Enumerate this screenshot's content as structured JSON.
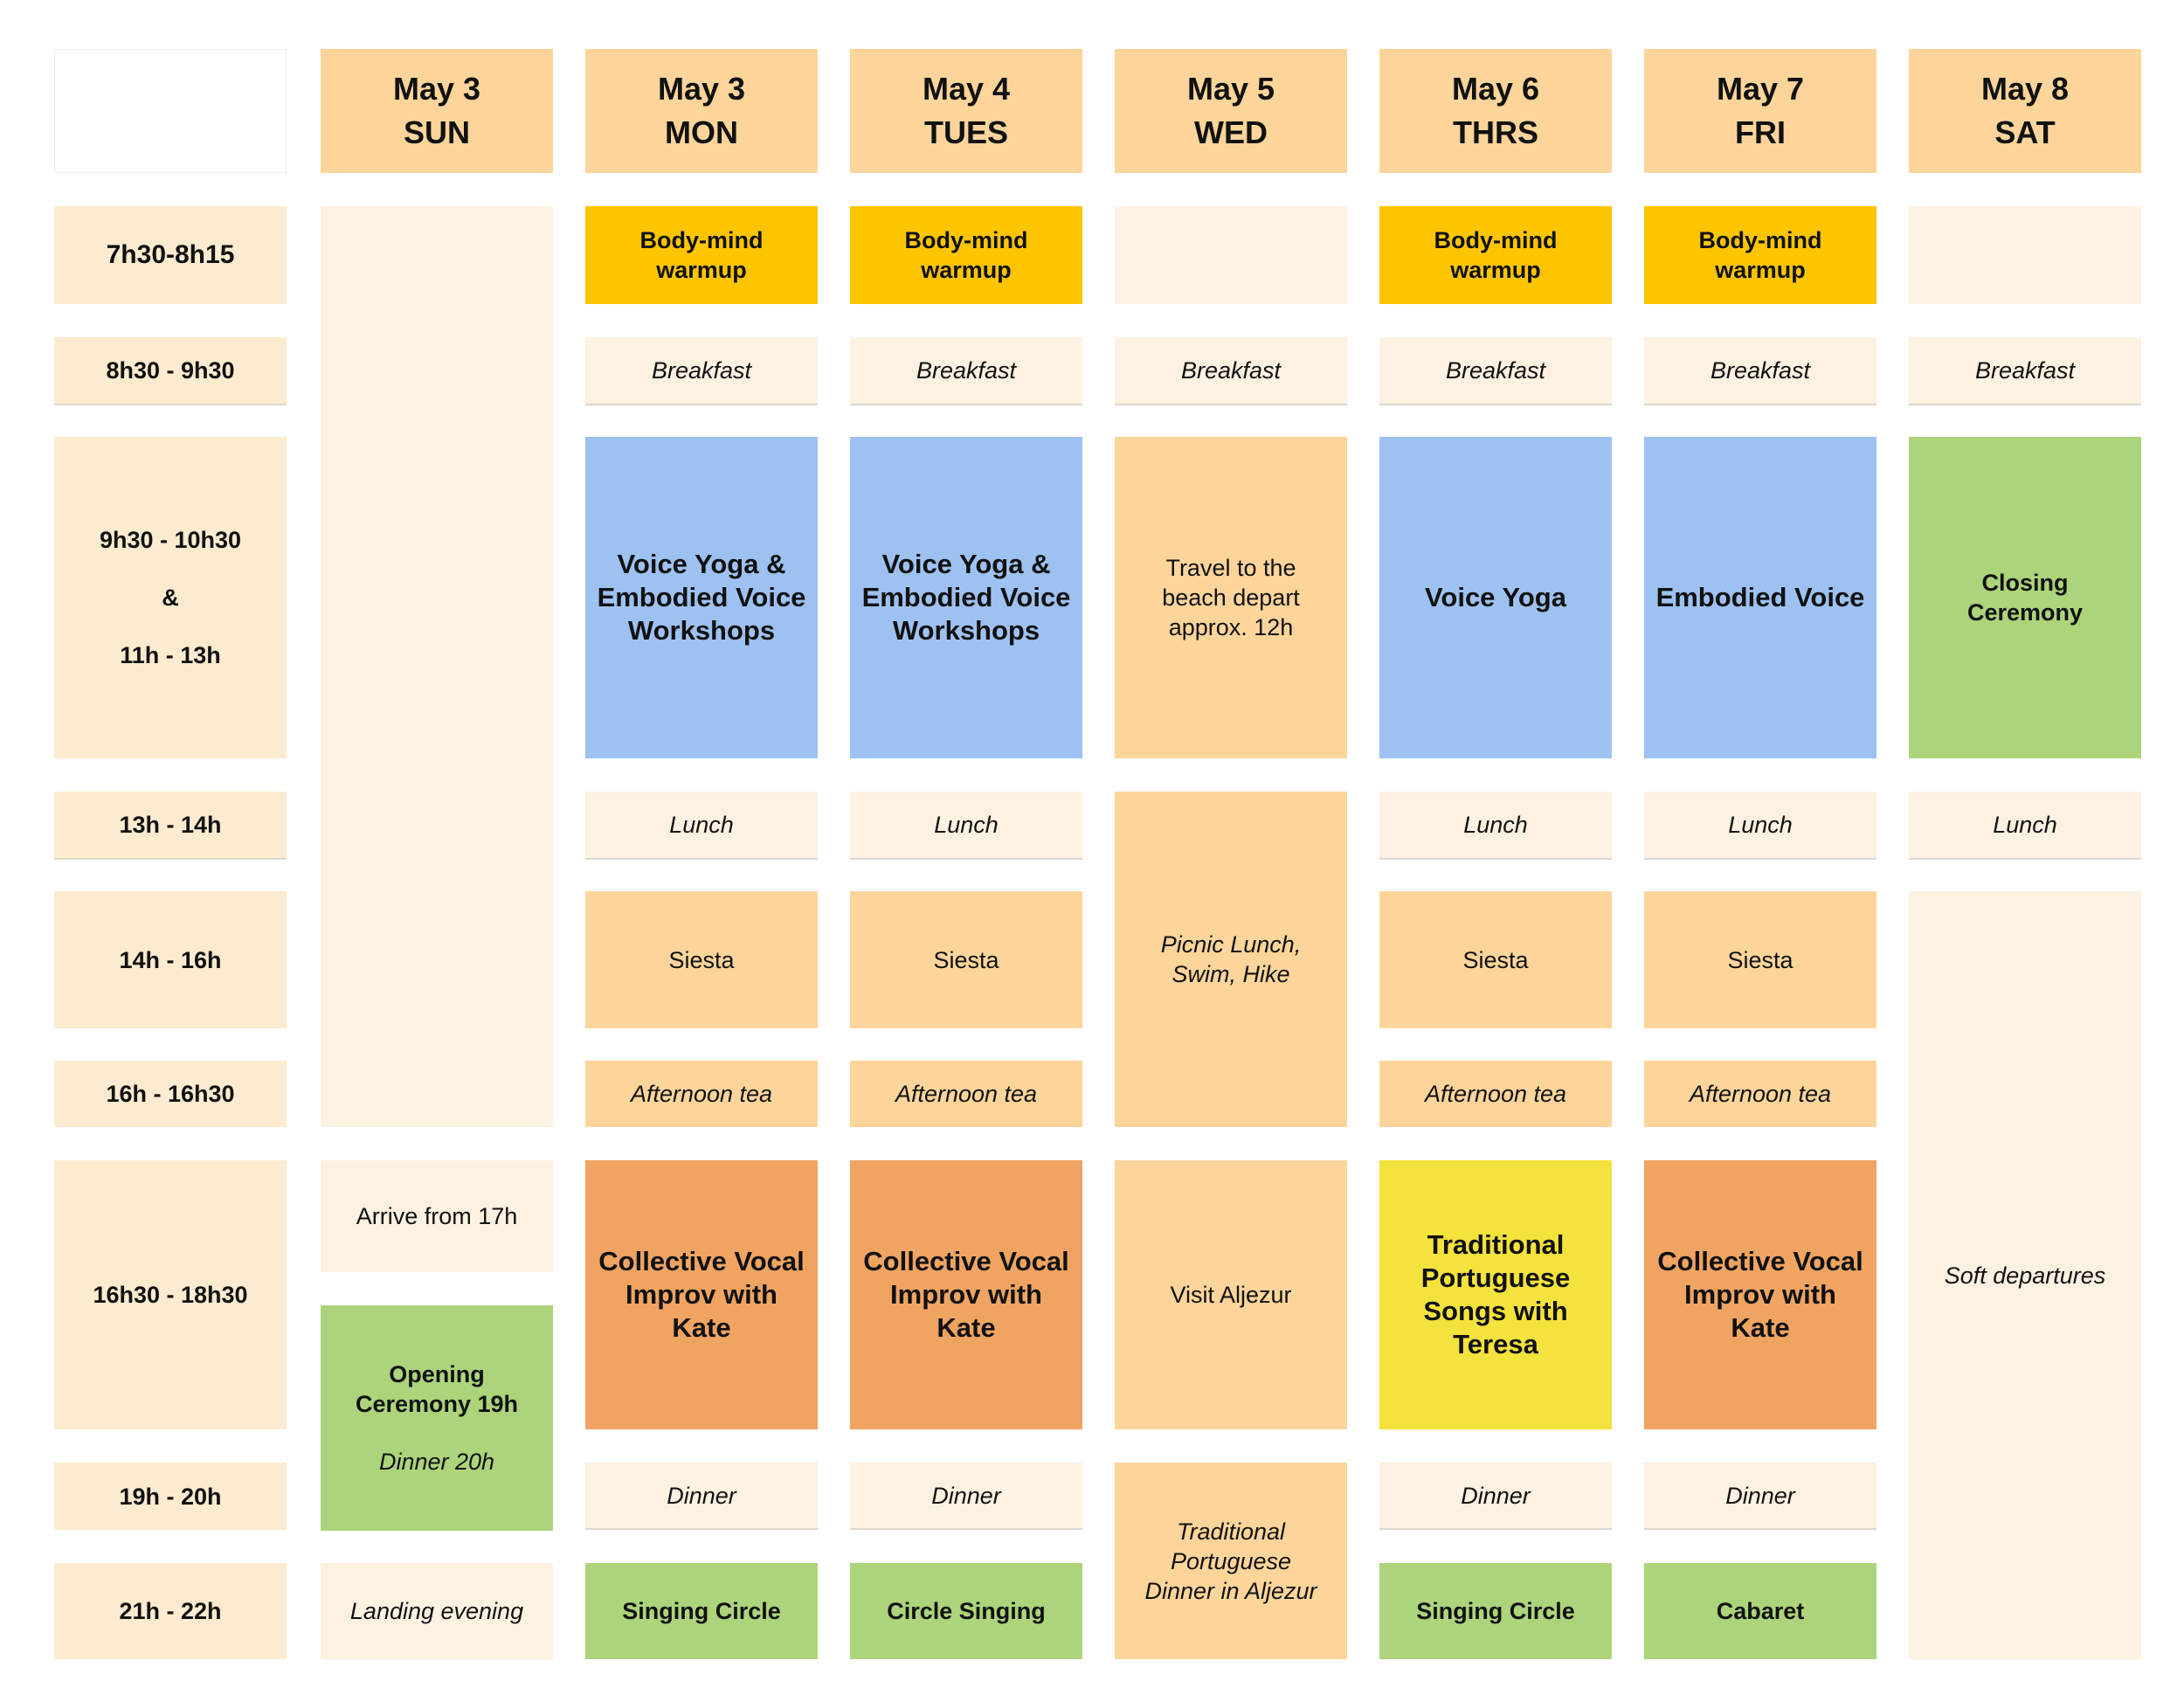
{
  "headers": [
    {
      "date": "May 3",
      "day": "SUN"
    },
    {
      "date": "May 3",
      "day": "MON"
    },
    {
      "date": "May 4",
      "day": "TUES"
    },
    {
      "date": "May 5",
      "day": "WED"
    },
    {
      "date": "May 6",
      "day": "THRS"
    },
    {
      "date": "May 7",
      "day": "FRI"
    },
    {
      "date": "May 8",
      "day": "SAT"
    }
  ],
  "times": {
    "t1": "7h30-8h15",
    "t2": "8h30 - 9h30",
    "t3a": "9h30 - 10h30",
    "t3b": "&",
    "t3c": "11h - 13h",
    "t4": "13h - 14h",
    "t5": "14h - 16h",
    "t6": "16h - 16h30",
    "t7": "16h30 - 18h30",
    "t8": "19h - 20h",
    "t9": "21h - 22h"
  },
  "sun": {
    "arrive": "Arrive from 17h",
    "opening": "Opening Ceremony 19h",
    "dinner": "Dinner 20h",
    "landing": "Landing evening"
  },
  "activities": {
    "warmup": "Body-mind warmup",
    "breakfast": "Breakfast",
    "workshops": "Voice Yoga & Embodied Voice Workshops",
    "travel": "Travel to the beach depart approx. 12h",
    "voice_yoga": "Voice Yoga",
    "embodied_voice": "Embodied Voice",
    "closing": "Closing Ceremony",
    "lunch": "Lunch",
    "siesta": "Siesta",
    "picnic": "Picnic Lunch, Swim, Hike",
    "soft_departures": "Soft departures",
    "tea": "Afternoon tea",
    "improv": "Collective Vocal Improv with Kate",
    "visit": "Visit Aljezur",
    "trad_songs": "Traditional Portuguese Songs with Teresa",
    "dinner": "Dinner",
    "trad_dinner": "Traditional Portuguese Dinner in Aljezur",
    "singing_circle": "Singing Circle",
    "circle_singing": "Circle Singing",
    "cabaret": "Cabaret"
  }
}
